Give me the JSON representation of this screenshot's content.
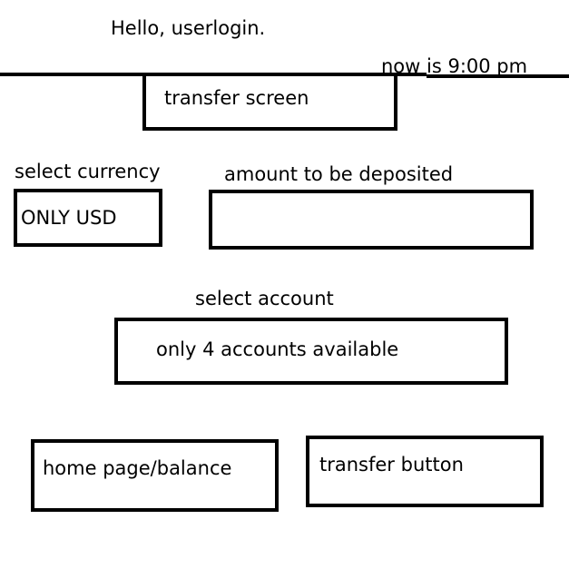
{
  "header": {
    "greeting": "Hello, userlogin.",
    "time_text": "now is 9:00 pm"
  },
  "screen": {
    "title": "transfer screen"
  },
  "currency": {
    "label": "select currency",
    "value": "ONLY USD"
  },
  "amount": {
    "label": "amount to be deposited",
    "value": ""
  },
  "account": {
    "label": "select account",
    "value": "only 4 accounts available"
  },
  "actions": {
    "home_label": "home page/balance",
    "transfer_label": "transfer button"
  }
}
